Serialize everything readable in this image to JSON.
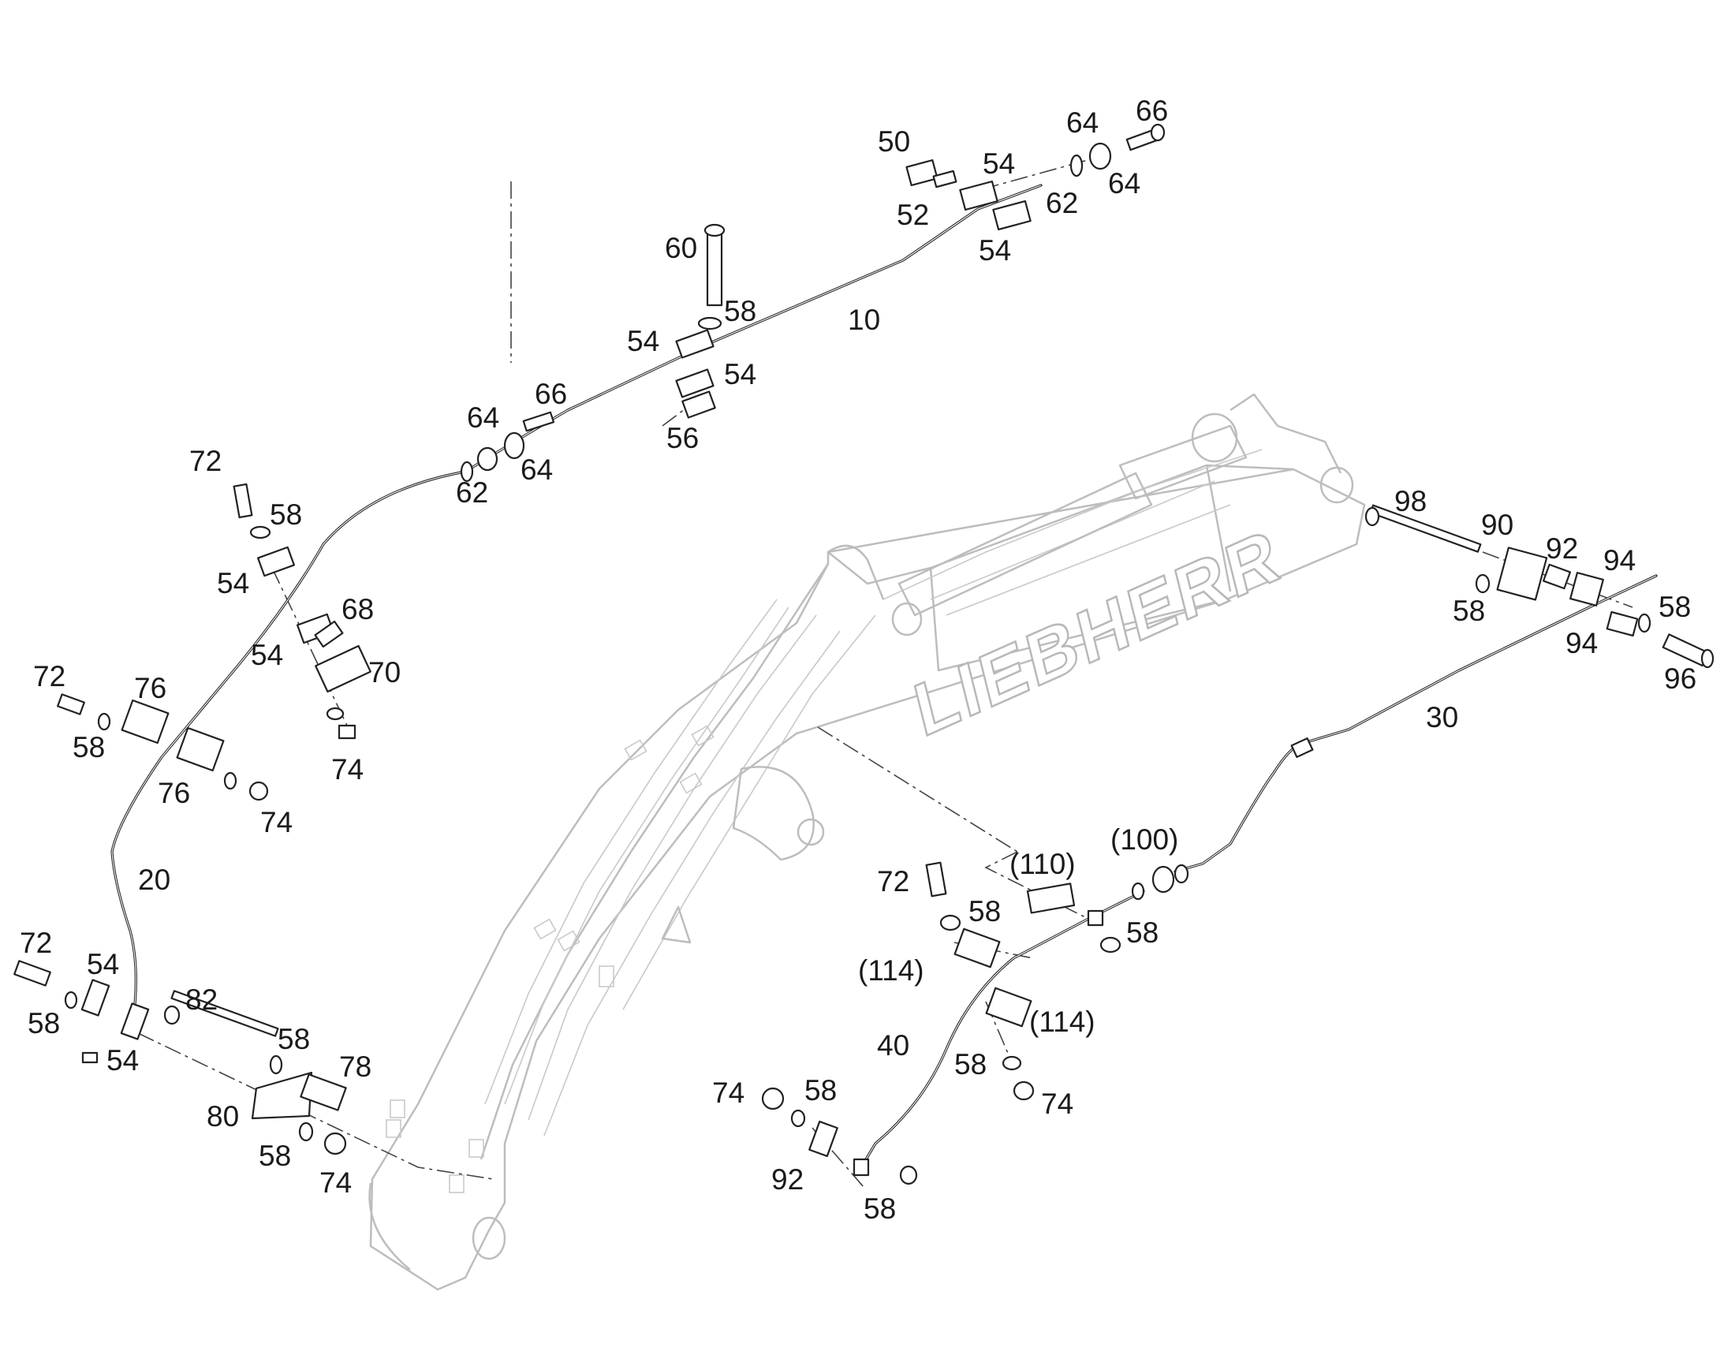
{
  "logo": "LIEBHERR",
  "callouts": [
    "10",
    "20",
    "30",
    "40",
    "50",
    "52",
    "54",
    "56",
    "58",
    "60",
    "62",
    "64",
    "66",
    "68",
    "70",
    "72",
    "74",
    "76",
    "78",
    "80",
    "82",
    "90",
    "92",
    "94",
    "96",
    "98",
    "(100)",
    "(110)",
    "(114)"
  ],
  "labels": {
    "l10": "10",
    "l20": "20",
    "l30": "30",
    "l40": "40",
    "l50": "50",
    "l52": "52",
    "l54a": "54",
    "l54b": "54",
    "l60": "60",
    "l58a": "58",
    "l54c": "54",
    "l54d": "54",
    "l56": "56",
    "l64a": "64",
    "l66a": "66",
    "l64b": "64",
    "l62a": "62",
    "l64c": "64",
    "l66b": "66",
    "l64d": "64",
    "l62b": "62",
    "l72a": "72",
    "l58b": "58",
    "l54e": "54",
    "l68": "68",
    "l54f": "54",
    "l70": "70",
    "l74a": "74",
    "l72b": "72",
    "l76a": "76",
    "l58c": "58",
    "l76b": "76",
    "l74b": "74",
    "l72c": "72",
    "l54g": "54",
    "l58d": "58",
    "l54h": "54",
    "l82": "82",
    "l58e": "58",
    "l78": "78",
    "l80": "80",
    "l58f": "58",
    "l74c": "74",
    "l98": "98",
    "l90": "90",
    "l92a": "92",
    "l94a": "94",
    "l58g": "58",
    "l58h": "58",
    "l94b": "94",
    "l96": "96",
    "l100": "(100)",
    "l110": "(110)",
    "l72d": "72",
    "l58i": "58",
    "l58j": "58",
    "l114a": "(114)",
    "l114b": "(114)",
    "l58k": "58",
    "l74d": "74",
    "l74e": "74",
    "l58l": "58",
    "l92b": "92",
    "l58m": "58"
  }
}
